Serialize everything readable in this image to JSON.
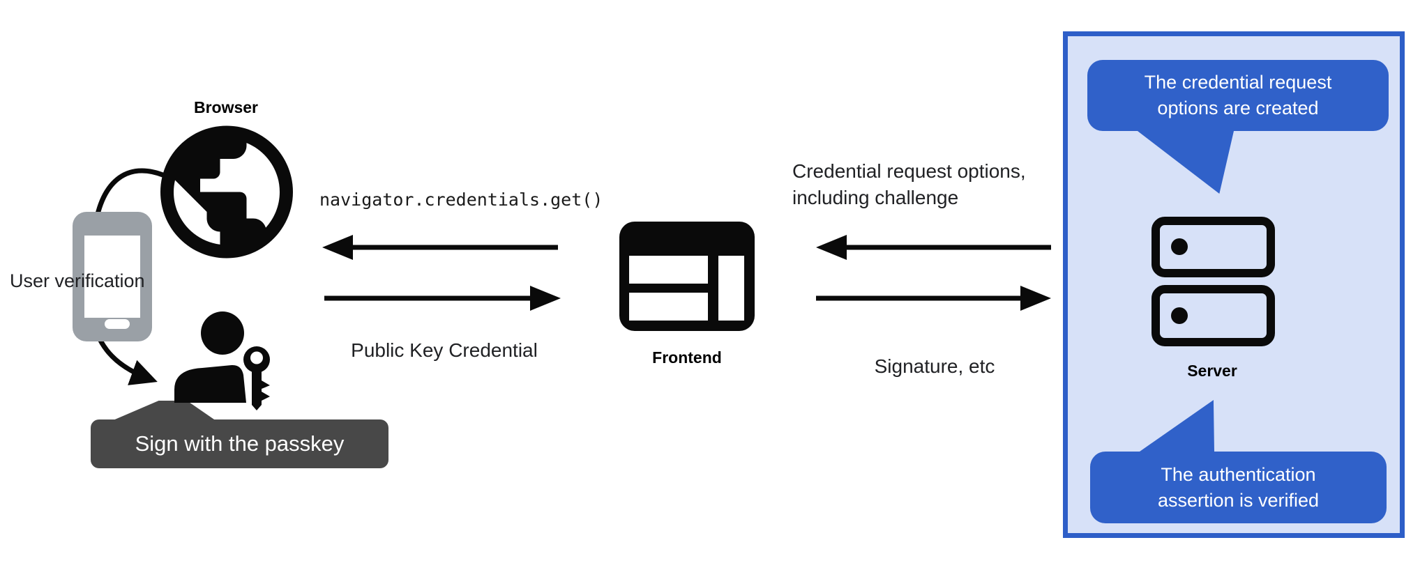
{
  "nodes": {
    "browser": {
      "label": "Browser"
    },
    "phone": {
      "label": "User verification"
    },
    "passkey": {
      "tooltip": "Sign with the passkey"
    },
    "frontend": {
      "label": "Frontend"
    },
    "server": {
      "label": "Server"
    }
  },
  "flows": {
    "navigator_call": "navigator.credentials.get()",
    "public_key_credential": "Public Key Credential",
    "credential_request_options": "Credential request options,\nincluding challenge",
    "signature": "Signature, etc"
  },
  "callouts": {
    "top": "The credential request options are created",
    "bottom": "The authentication assertion is verified"
  },
  "colors": {
    "callout_blue": "#3061C9",
    "panel_fill": "#D7E1F8",
    "panel_border": "#2D5EC8",
    "tooltip_gray": "#484848",
    "phone_gray": "#9AA0A6",
    "ink": "#0A0A0A"
  }
}
